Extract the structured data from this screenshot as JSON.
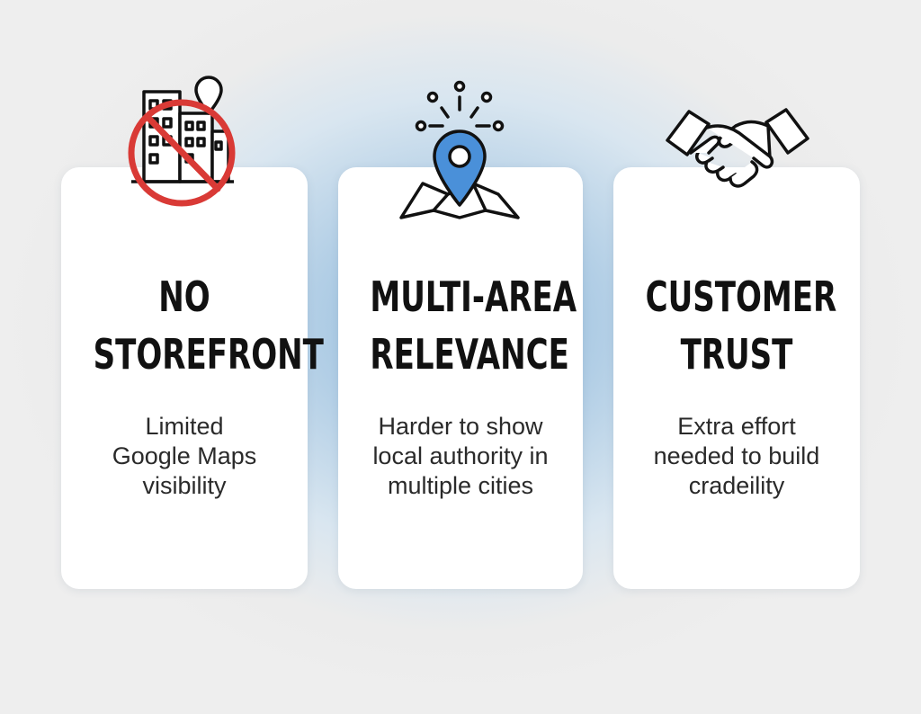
{
  "cards": [
    {
      "title_lines": [
        "NO",
        "STOREFRONT"
      ],
      "desc_lines": [
        "Limited",
        "Google Maps",
        "visibility"
      ],
      "icon": "no-storefront-icon"
    },
    {
      "title_lines": [
        "MULTI-AREA",
        "RELEVANCE"
      ],
      "desc_lines": [
        "Harder to show",
        "local authority in",
        "multiple cities"
      ],
      "icon": "map-location-pin-icon"
    },
    {
      "title_lines": [
        "CUSTOMER",
        "TRUST"
      ],
      "desc_lines": [
        "Extra effort",
        "needed to build",
        "cradeility"
      ],
      "icon": "handshake-icon"
    }
  ],
  "colors": {
    "prohibit_red": "#d93a36",
    "pin_blue": "#4a90d9",
    "ink": "#111111"
  }
}
